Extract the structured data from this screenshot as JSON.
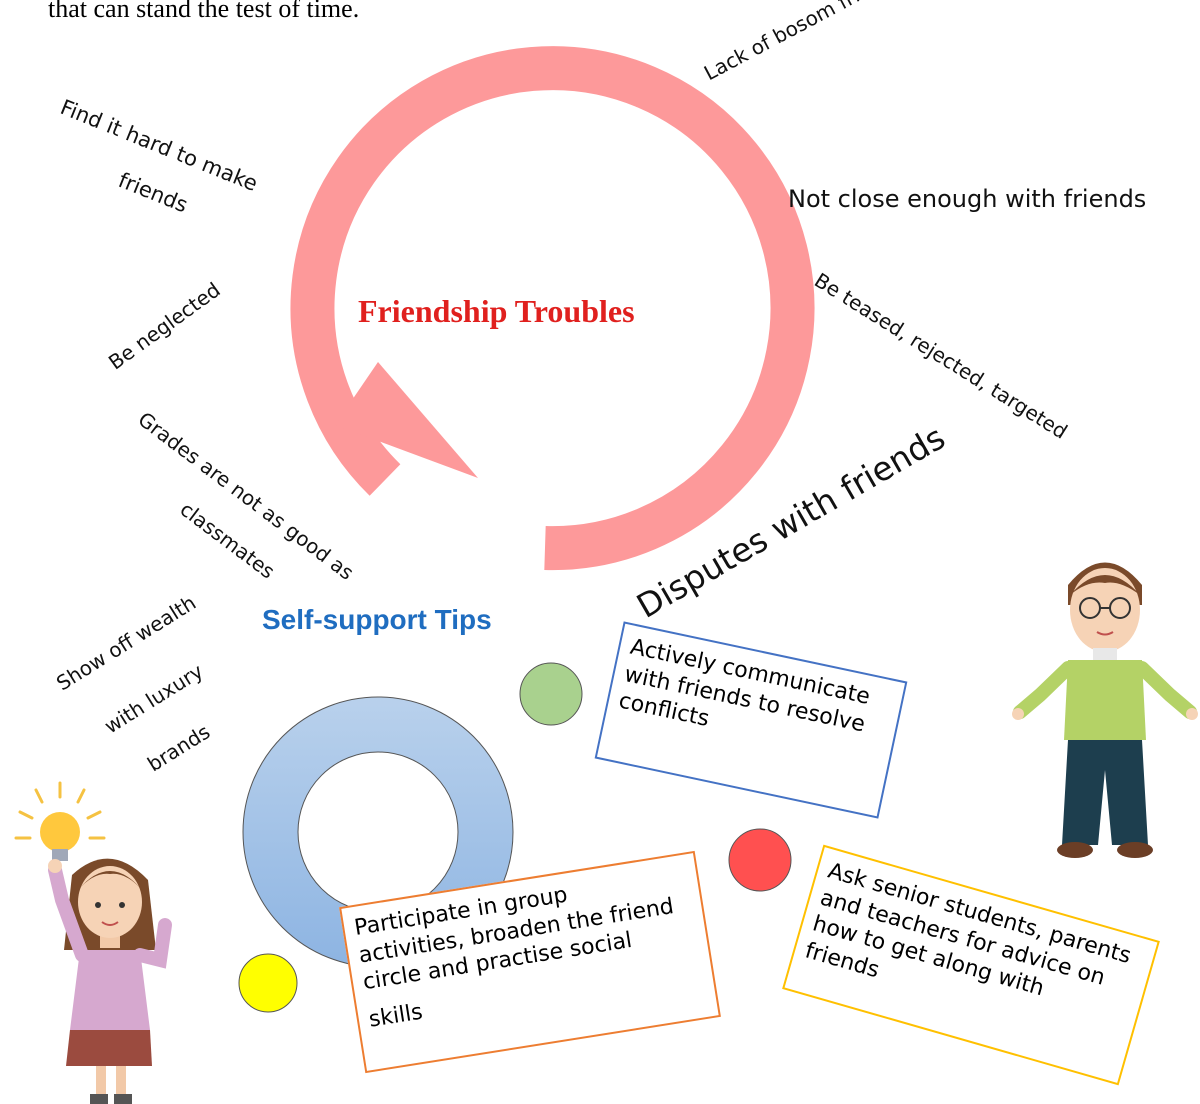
{
  "intro_tail": "that can stand the test of time.",
  "title": "Friendship Troubles",
  "troubles": {
    "lack_bosom": "Lack of bosom friends",
    "hard_make_line1": "Find it hard to make",
    "hard_make_line2": "friends",
    "not_close": "Not close enough with friends",
    "teased": "Be teased, rejected, targeted",
    "neglected": "Be neglected",
    "disputes": "Disputes with friends",
    "grades_line1": "Grades are not as good as",
    "grades_line2": "classmates",
    "wealth_line1": "Show off wealth",
    "wealth_line2": "with luxury",
    "wealth_line3": "brands"
  },
  "tips_heading": "Self-support Tips",
  "tips": {
    "communicate": [
      "Actively communicate",
      "with friends to resolve",
      "conflicts"
    ],
    "participate": [
      "Participate in group",
      "activities, broaden the friend",
      "circle and practise social",
      "skills"
    ],
    "ask": [
      "Ask senior students, parents",
      "and teachers for advice on",
      "how to get along with",
      "friends"
    ]
  },
  "colors": {
    "title_red": "#e0201e",
    "cycle_pink": "#fd999a",
    "tips_blue": "#1f6dc0",
    "ring_blue": "#a7c4e6",
    "dot_green": "#a9d18e",
    "dot_red": "#ff5050",
    "dot_yellow": "#ffff00",
    "box_blue": "#4472c4",
    "box_orange": "#ed7d31",
    "box_gold": "#ffc000"
  },
  "icons": [
    "cycle-arrow-icon",
    "ring-icon",
    "lightbulb-icon",
    "girl-illustration",
    "boy-illustration"
  ]
}
